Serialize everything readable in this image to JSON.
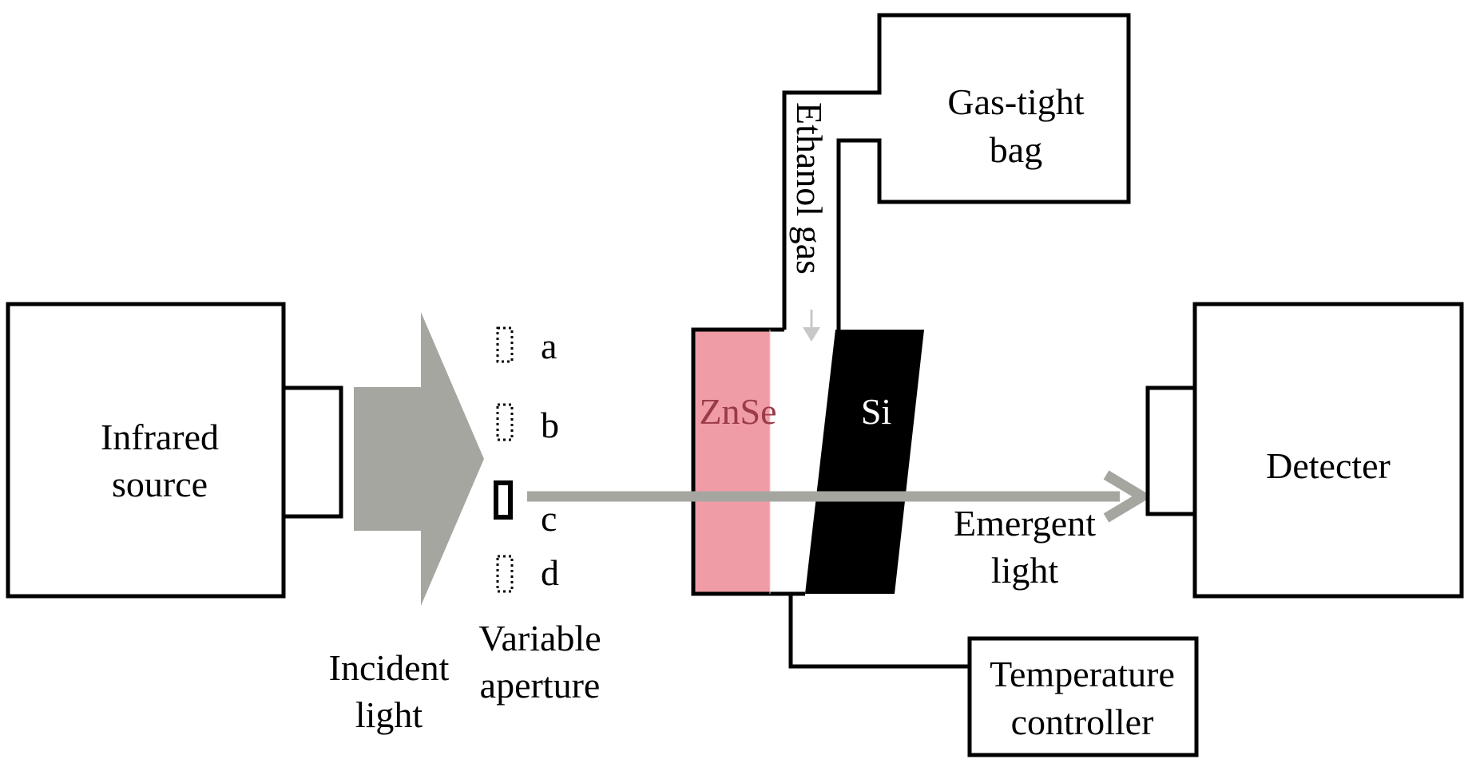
{
  "components": {
    "source_line1": "Infrared",
    "source_line2": "source",
    "detector": "Detecter",
    "bag_line1": "Gas-tight",
    "bag_line2": "bag",
    "temp_line1": "Temperature",
    "temp_line2": "controller",
    "zinc_selenide": "ZnSe",
    "silicon": "Si"
  },
  "aperture": {
    "label_line1": "Variable",
    "label_line2": "aperture",
    "positions": [
      "a",
      "b",
      "c",
      "d"
    ],
    "active_position": "c"
  },
  "light": {
    "incident_line1": "Incident",
    "incident_line2": "light",
    "emergent_line1": "Emergent",
    "emergent_line2": "light"
  },
  "gas": {
    "label": "Ethanol gas"
  },
  "colors": {
    "znse_fill": "#f09ca6",
    "beam": "#a6a6a1",
    "incident_arrow": "#a6a6a1",
    "silicon_fill": "#000000",
    "gas_arrow": "#c8c8c8"
  }
}
